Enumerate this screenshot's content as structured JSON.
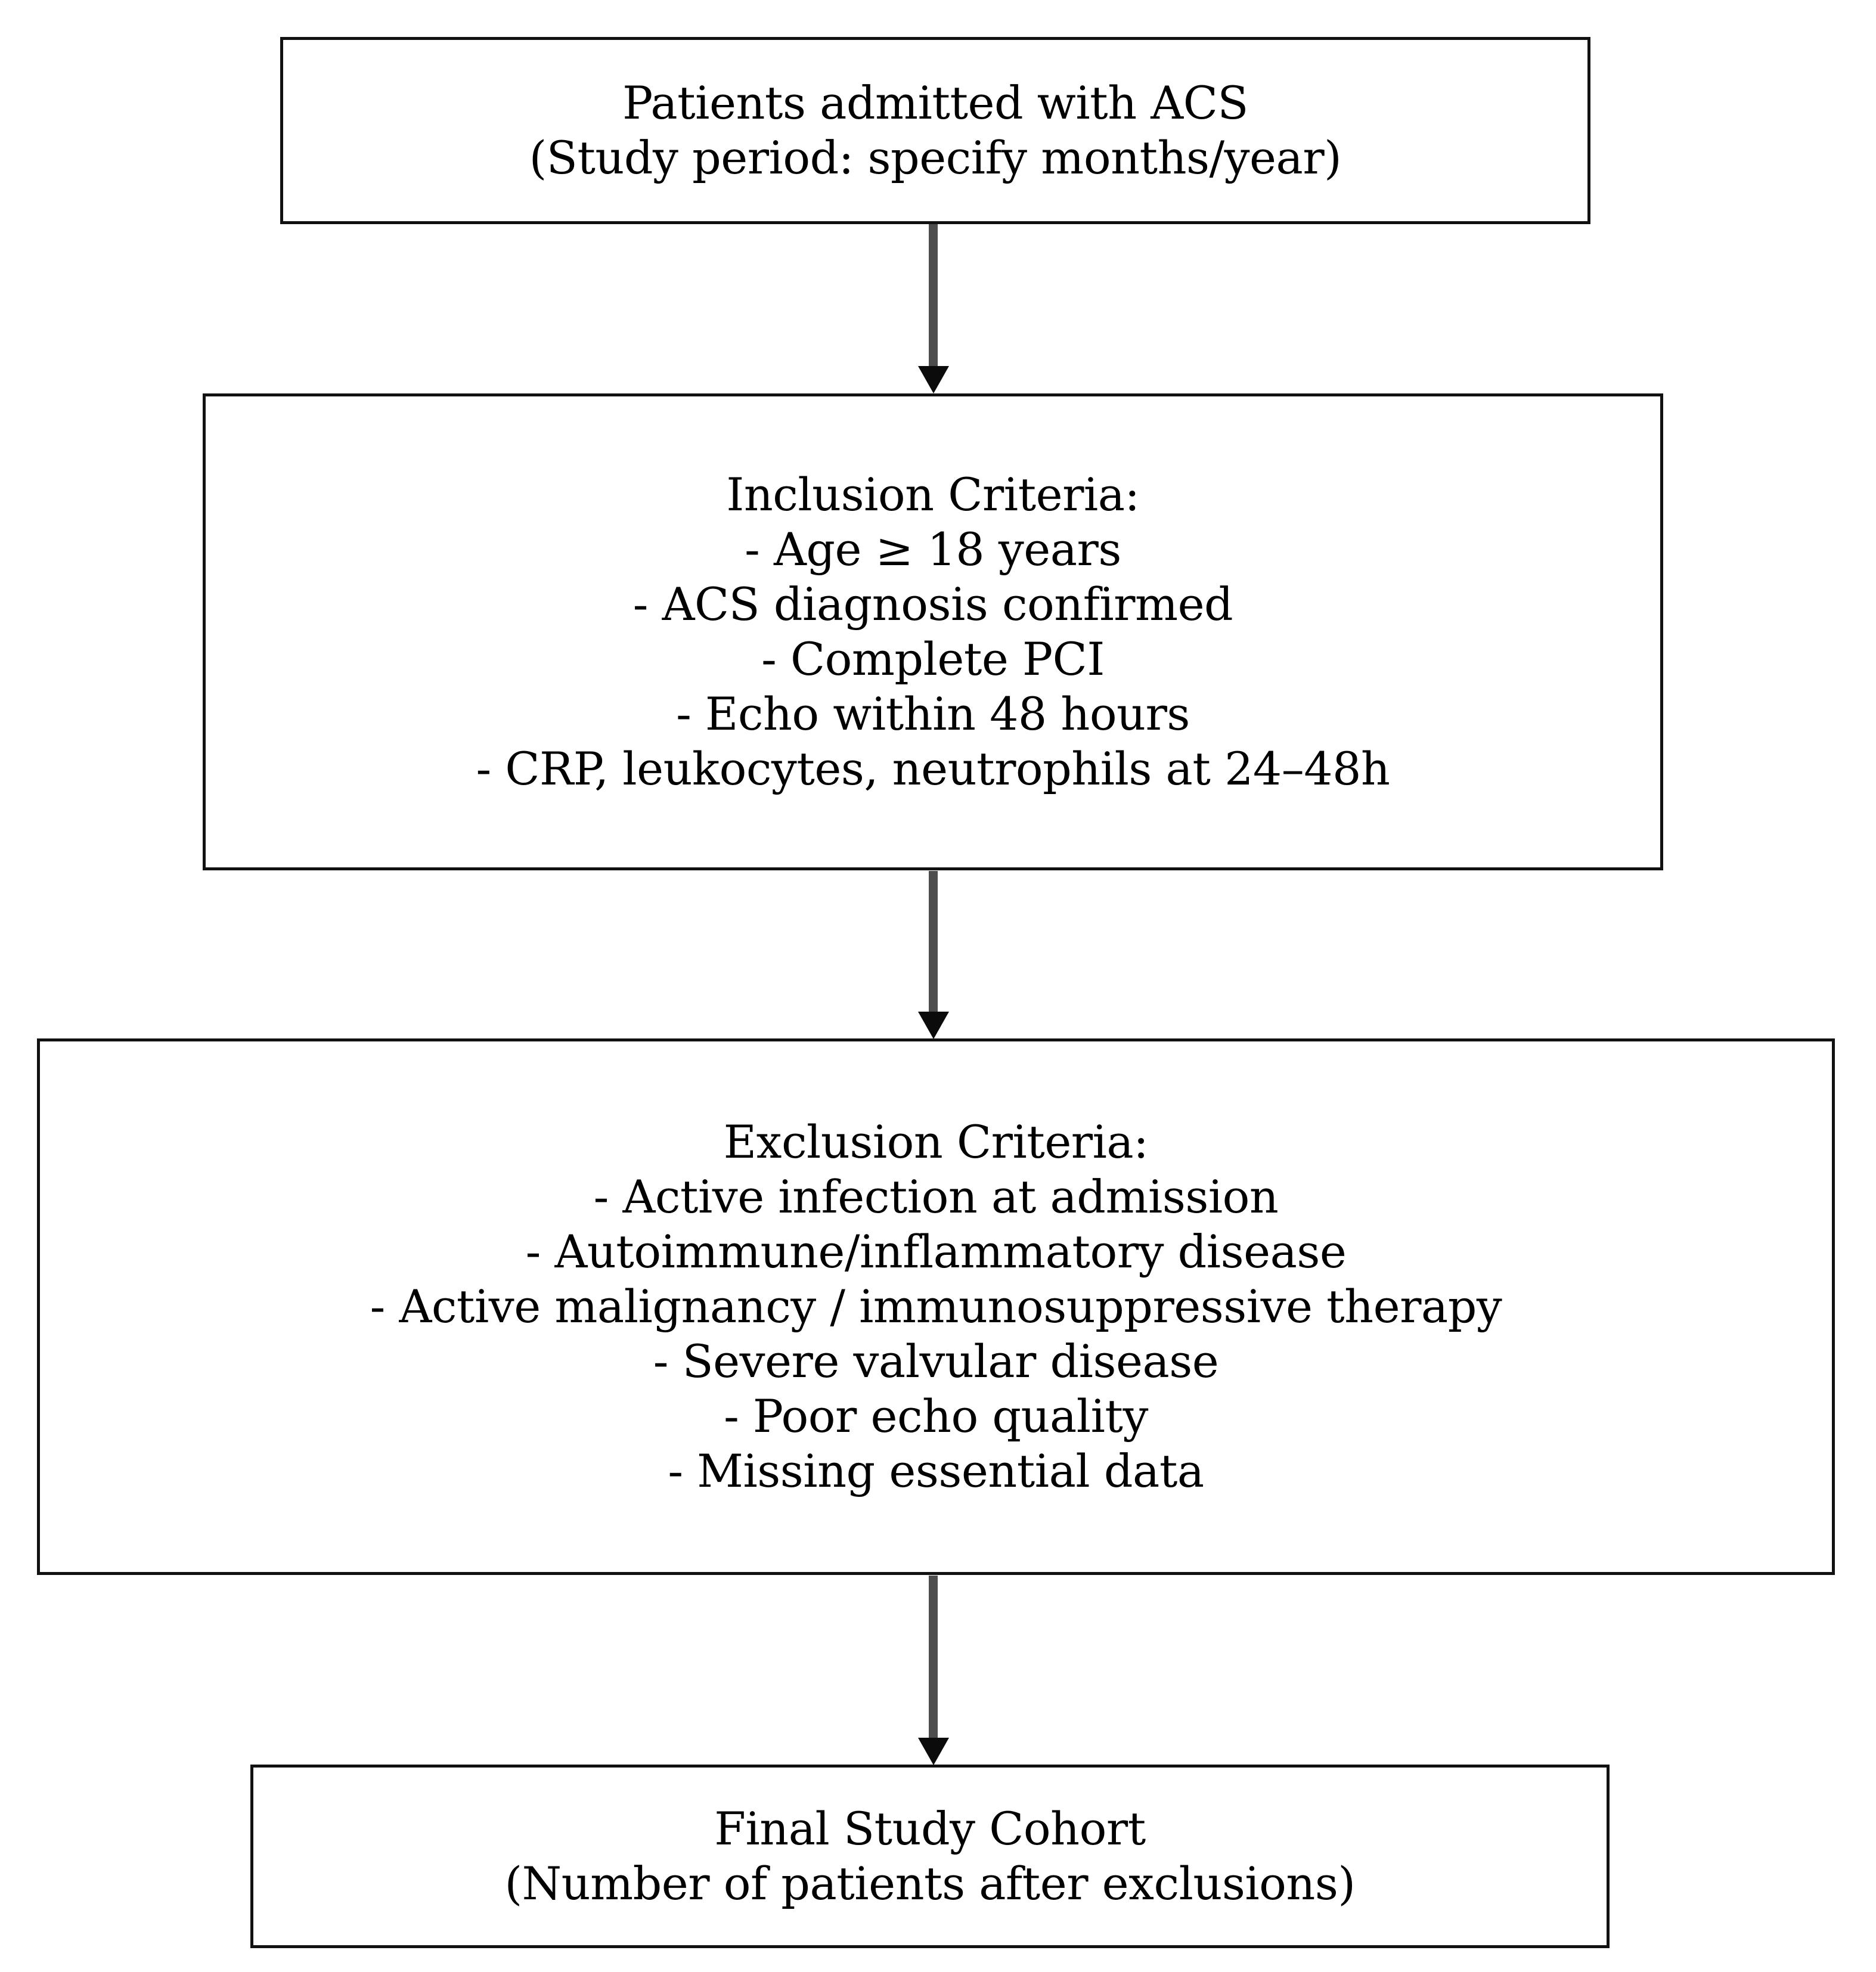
{
  "diagram": {
    "type": "flowchart",
    "orientation": "top-to-bottom",
    "background_color": "#ffffff",
    "box_border_color": "#111111",
    "arrow_shaft_color": "#4d4d4d",
    "arrow_head_color": "#0b0b0b",
    "text_color": "#000000"
  },
  "nodes": {
    "admitted": {
      "lines": [
        "Patients admitted with ACS",
        "(Study period: specify months/year)"
      ]
    },
    "inclusion": {
      "lines": [
        "Inclusion Criteria:",
        "- Age ≥ 18 years",
        "- ACS diagnosis confirmed",
        "- Complete PCI",
        "- Echo within 48 hours",
        "- CRP, leukocytes, neutrophils at 24–48h"
      ]
    },
    "exclusion": {
      "lines": [
        "Exclusion Criteria:",
        "- Active infection at admission",
        "- Autoimmune/inflammatory disease",
        "- Active malignancy / immunosuppressive therapy",
        "- Severe valvular disease",
        "- Poor echo quality",
        "- Missing essential data"
      ]
    },
    "cohort": {
      "lines": [
        "Final Study Cohort",
        "(Number of patients after exclusions)"
      ]
    }
  },
  "arrows": [
    {
      "from": "admitted",
      "to": "inclusion"
    },
    {
      "from": "inclusion",
      "to": "exclusion"
    },
    {
      "from": "exclusion",
      "to": "cohort"
    }
  ]
}
